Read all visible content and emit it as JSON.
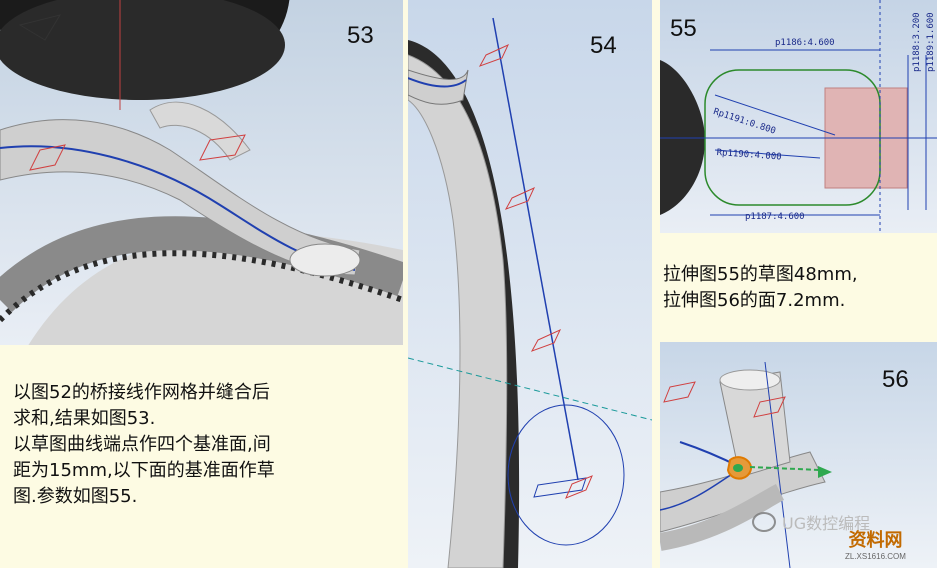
{
  "panels": {
    "p53": {
      "number": "53"
    },
    "p54": {
      "number": "54"
    },
    "p55": {
      "number": "55",
      "dims": {
        "top": "p1186:4.600",
        "bottom": "p1187:4.600",
        "r1": "Rp1191:0.800",
        "r2": "Rp1190:4.000",
        "v1": "p1188:3.200",
        "v2": "p1189:1.600"
      }
    },
    "p56": {
      "number": "56"
    }
  },
  "caption_left": {
    "line1": "以图52的桥接线作网格并缝合后",
    "line2": "求和,结果如图53.",
    "line3": "以草图曲线端点作四个基准面,间",
    "line4": "距为15mm,以下面的基准面作草",
    "line5": "图.参数如图55."
  },
  "caption_right": {
    "line1": "拉伸图55的草图48mm,",
    "line2": "拉伸图56的面7.2mm."
  },
  "watermark": {
    "wechat": "UG数控编程",
    "brand": "资料网",
    "url": "ZL.XS1616.COM"
  }
}
